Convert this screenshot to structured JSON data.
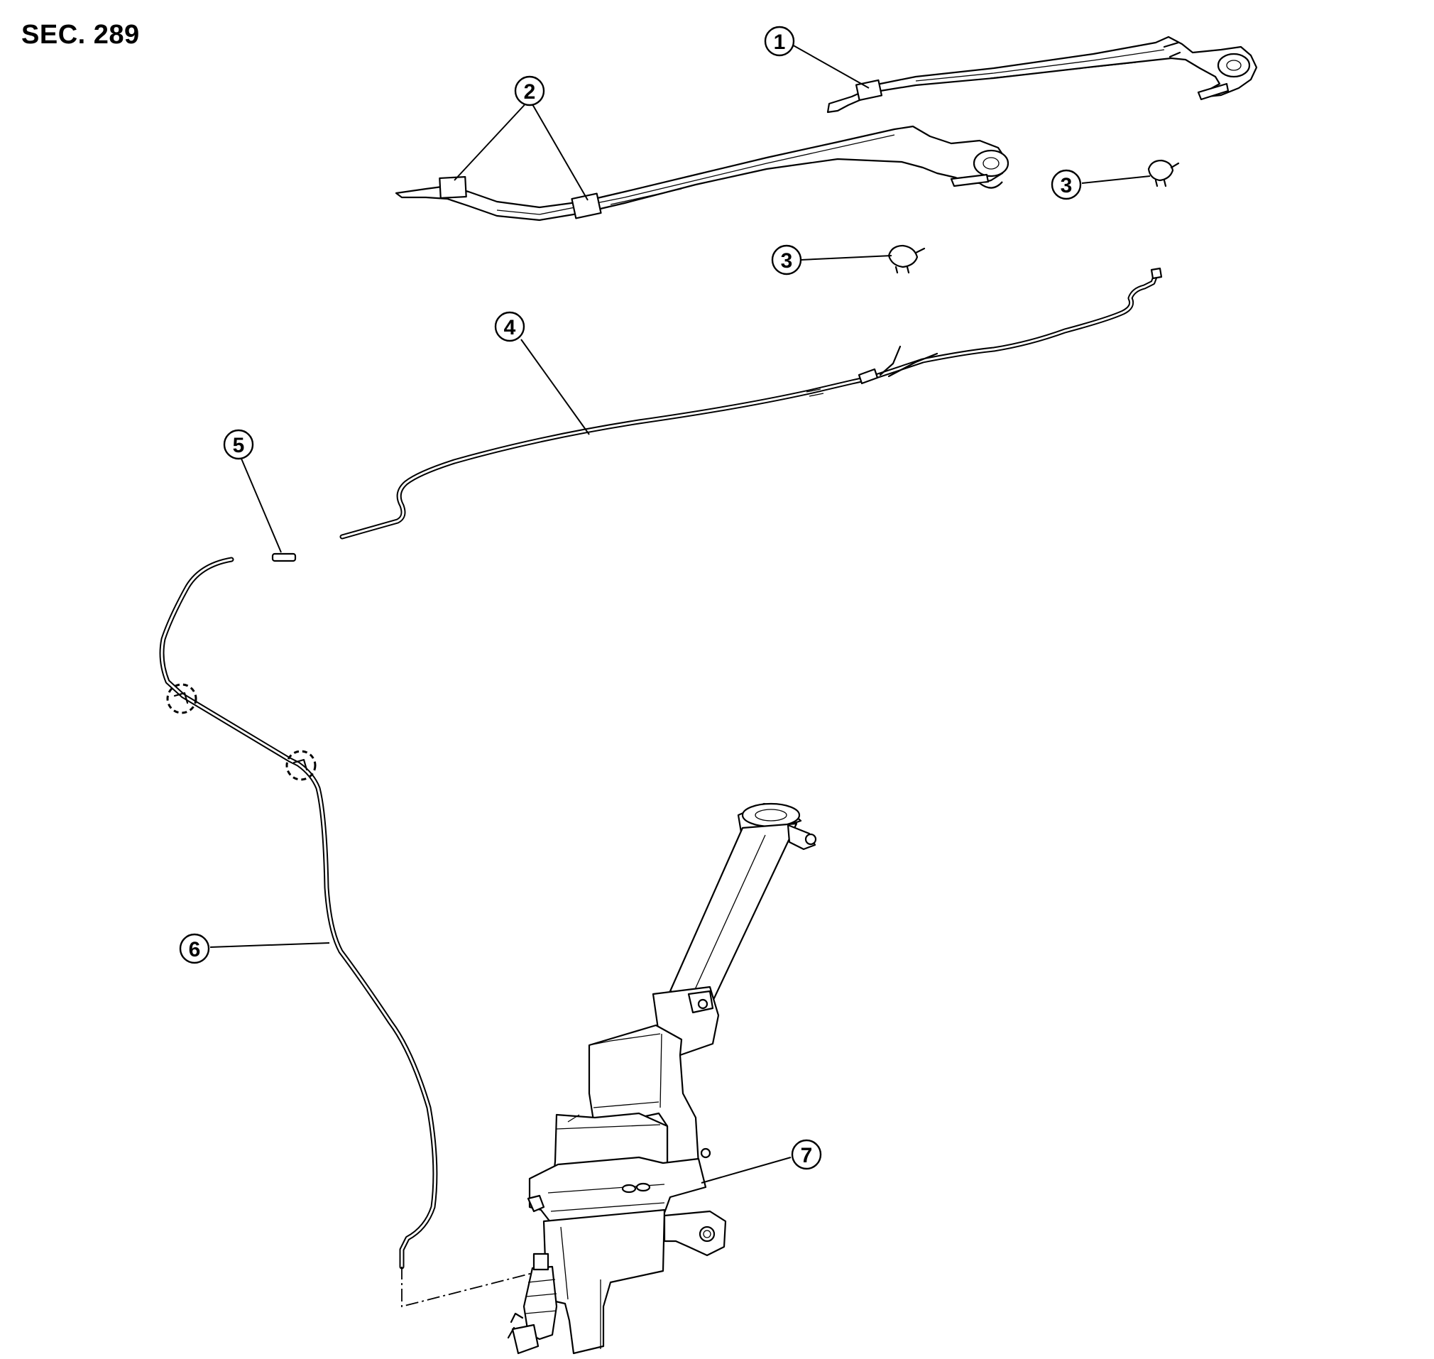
{
  "header": {
    "section": "SEC. 289"
  },
  "callouts": [
    {
      "id": "c1",
      "label": "1"
    },
    {
      "id": "c2",
      "label": "2"
    },
    {
      "id": "c3a",
      "label": "3"
    },
    {
      "id": "c3b",
      "label": "3"
    },
    {
      "id": "c4",
      "label": "4"
    },
    {
      "id": "c5",
      "label": "5"
    },
    {
      "id": "c6",
      "label": "6"
    },
    {
      "id": "c7",
      "label": "7"
    }
  ]
}
